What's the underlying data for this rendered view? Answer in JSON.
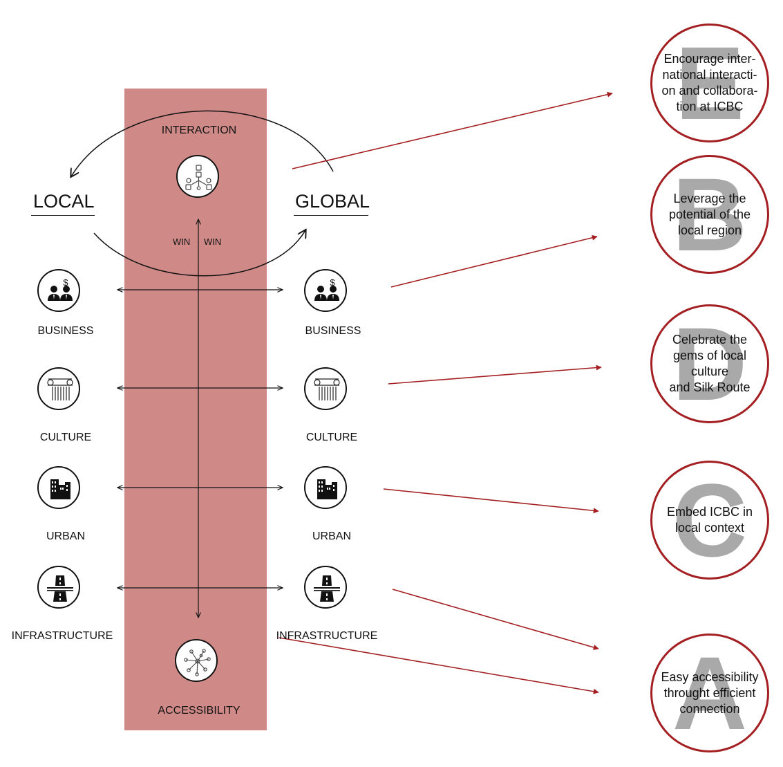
{
  "center": {
    "top_label": "INTERACTION",
    "win_left": "WIN",
    "win_right": "WIN",
    "bottom_label": "ACCESSIBILITY"
  },
  "local_title": "LOCAL",
  "global_title": "GLOBAL",
  "rows": [
    {
      "label": "BUSINESS",
      "icon": "business-icon"
    },
    {
      "label": "CULTURE",
      "icon": "column-icon"
    },
    {
      "label": "URBAN",
      "icon": "buildings-icon"
    },
    {
      "label": "INFRASTRUCTURE",
      "icon": "highway-icon"
    }
  ],
  "goals": [
    {
      "letter": "E",
      "text": "Encourage inter-\nnational interacti-\non and collabora-\ntion at ICBC"
    },
    {
      "letter": "B",
      "text": "Leverage the\npotential of the\nlocal region"
    },
    {
      "letter": "D",
      "text": "Celebrate the\ngems of local\nculture\nand Silk Route"
    },
    {
      "letter": "C",
      "text": "Embed ICBC in\nlocal context"
    },
    {
      "letter": "A",
      "text": "Easy accessibility\nthrought efficient\nconnection"
    }
  ],
  "colors": {
    "band": "#cf8a88",
    "arrow_red": "#a31f22",
    "letter_gray": "#a9a9a9"
  }
}
